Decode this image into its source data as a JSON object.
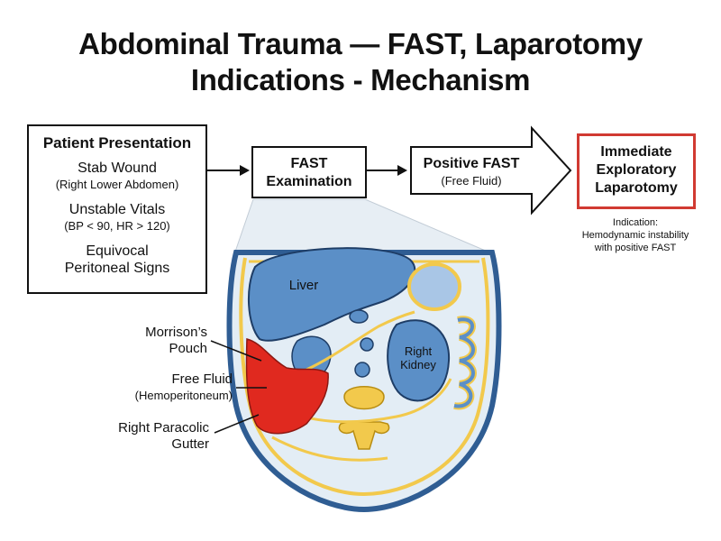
{
  "title": {
    "line1": "Abdominal Trauma — FAST, Laparotomy",
    "line2": "Indications - Mechanism"
  },
  "presentation": {
    "header": "Patient Presentation",
    "items": [
      {
        "main": "Stab Wound",
        "sub": "(Right Lower Abdomen)"
      },
      {
        "main": "Unstable Vitals",
        "sub": "(BP < 90, HR > 120)"
      },
      {
        "main": "Equivocal",
        "sub2": "Peritoneal Signs"
      }
    ]
  },
  "fast": {
    "line1": "FAST",
    "line2": "Examination"
  },
  "positive": {
    "line1": "Positive FAST",
    "line2": "(Free Fluid)"
  },
  "laparotomy": {
    "line1": "Immediate",
    "line2": "Exploratory",
    "line3": "Laparotomy"
  },
  "indication": {
    "line1": "Indication:",
    "line2": "Hemodynamic instability",
    "line3": "with positive FAST"
  },
  "labels": {
    "morrison": {
      "line1": "Morrison’s",
      "line2": "Pouch"
    },
    "free_fluid": {
      "line1": "Free Fluid",
      "line2": "(Hemoperitoneum)"
    },
    "gutter": {
      "line1": "Right Paracolic",
      "line2": "Gutter"
    }
  },
  "organs": {
    "liver": "Liver",
    "kidney_line1": "Right",
    "kidney_line2": "Kidney"
  },
  "colors": {
    "accent_red": "#d13a32",
    "organ_blue": "#5b8fc7",
    "tissue_light": "#e3edf5",
    "border_blue": "#2f5d93",
    "vessel_yellow": "#f2c94c",
    "fluid_red": "#e0291f"
  }
}
